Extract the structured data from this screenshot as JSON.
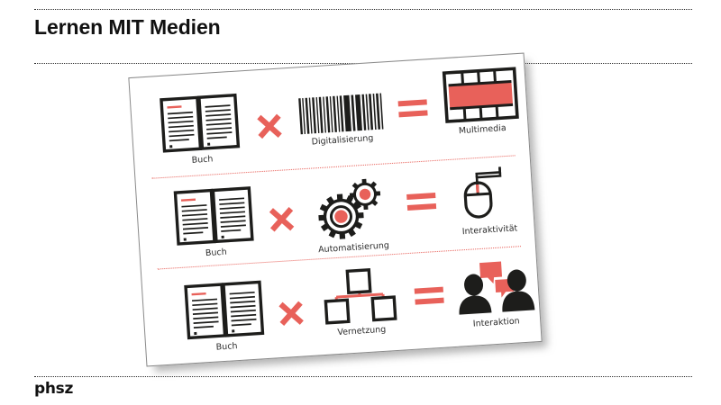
{
  "slide": {
    "title": "Lernen MIT Medien",
    "brand": "phsz",
    "colors": {
      "accent_red": "#e8615a",
      "ink": "#1d1d1b",
      "rule": "#2b2b2b",
      "card_border": "#8a8a8a",
      "background": "#ffffff"
    }
  },
  "diagram": {
    "rows": [
      {
        "left": {
          "label": "Buch",
          "icon": "open-book-icon"
        },
        "operator_1": {
          "label": "×",
          "icon": "multiply-icon"
        },
        "middle": {
          "label": "Digitalisierung",
          "icon": "barcode-icon"
        },
        "operator_2": {
          "label": "=",
          "icon": "equals-icon"
        },
        "right": {
          "label": "Multimedia",
          "icon": "film-strip-icon"
        }
      },
      {
        "left": {
          "label": "Buch",
          "icon": "open-book-icon"
        },
        "operator_1": {
          "label": "×",
          "icon": "multiply-icon"
        },
        "middle": {
          "label": "Automatisierung",
          "icon": "gears-icon"
        },
        "operator_2": {
          "label": "=",
          "icon": "equals-icon"
        },
        "right": {
          "label": "Interaktivität",
          "icon": "computer-mouse-icon"
        }
      },
      {
        "left": {
          "label": "Buch",
          "icon": "open-book-icon"
        },
        "operator_1": {
          "label": "×",
          "icon": "multiply-icon"
        },
        "middle": {
          "label": "Vernetzung",
          "icon": "network-tree-icon"
        },
        "operator_2": {
          "label": "=",
          "icon": "equals-icon"
        },
        "right": {
          "label": "Interaktion",
          "icon": "two-people-speech-icon"
        }
      }
    ]
  }
}
